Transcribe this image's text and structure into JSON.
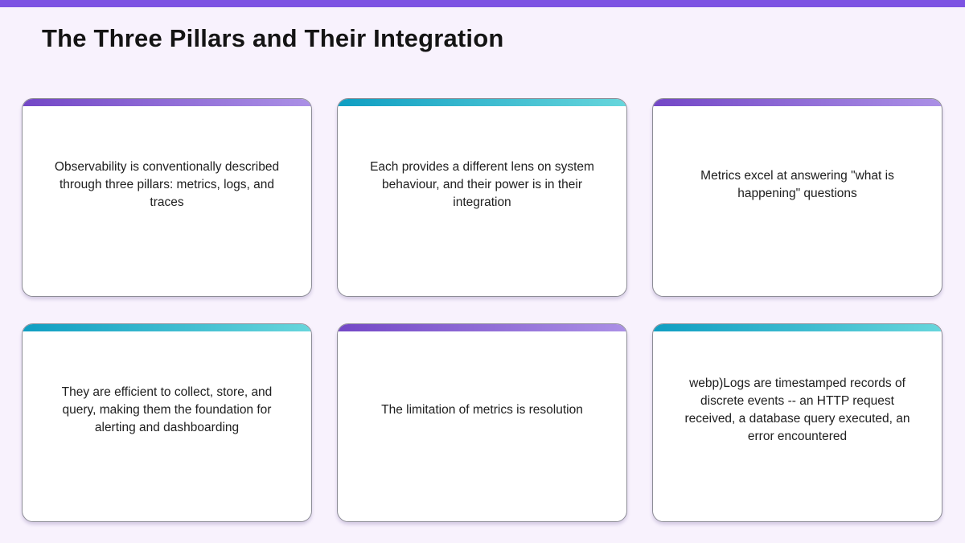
{
  "page": {
    "title": "The Three Pillars and Their Integration",
    "background_color": "#f8f2fd",
    "top_strip_color": "#7d53e3"
  },
  "accents": {
    "purple": [
      "#7347c6",
      "#ab90e6"
    ],
    "teal": [
      "#0f9ec2",
      "#67d6dc"
    ]
  },
  "cards": [
    {
      "accent": "purple",
      "text": "Observability is conventionally described through three pillars: metrics, logs, and traces"
    },
    {
      "accent": "teal",
      "text": "Each provides a different lens on system behaviour, and their power is in their integration"
    },
    {
      "accent": "purple",
      "text": "Metrics excel at answering \"what is happening\" questions"
    },
    {
      "accent": "teal",
      "text": "They are efficient to collect, store, and query, making them the foundation for alerting and dashboarding"
    },
    {
      "accent": "purple",
      "text": "The limitation of metrics is resolution"
    },
    {
      "accent": "teal",
      "text": "webp)Logs are timestamped records of discrete events -- an HTTP request received, a database query executed, an error encountered"
    }
  ]
}
